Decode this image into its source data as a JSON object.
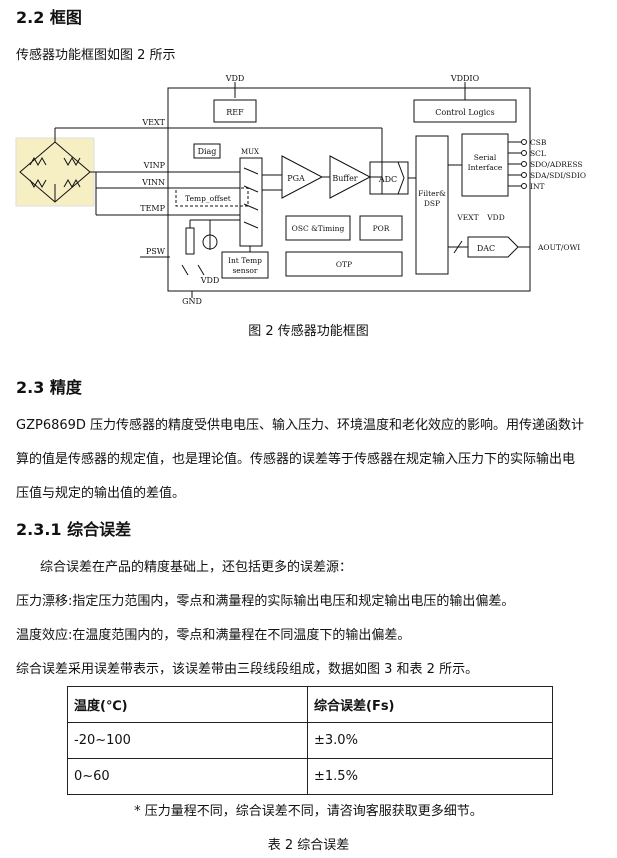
{
  "sections": {
    "s22": "2.2 框图",
    "s23": "2.3 精度",
    "s231": "2.3.1 综合误差"
  },
  "p_block": "传感器功能框图如图 2 所示",
  "fig_caption": "图 2  传感器功能框图",
  "accuracy": {
    "line1": "GZP6869D 压力传感器的精度受供电电压、输入压力、环境温度和老化效应的影响。用传递函数计",
    "line2": "算的值是传感器的规定值，也是理论值。传感器的误差等于传感器在规定输入压力下的实际输出电",
    "line3": "压值与规定的输出值的差值。"
  },
  "total_error": {
    "intro": "综合误差在产品的精度基础上，还包括更多的误差源：",
    "drift": "压力漂移:指定压力范围内，零点和满量程的实际输出电压和规定输出电压的输出偏差。",
    "temp": "温度效应:在温度范围内的，零点和满量程在不同温度下的输出偏差。",
    "band": "综合误差采用误差带表示，该误差带由三段线段组成，数据如图 3 和表 2  所示。"
  },
  "table": {
    "headers": [
      "温度(℃)",
      "综合误差(Fs)"
    ],
    "rows": [
      [
        "-20~100",
        "±3.0%"
      ],
      [
        "0~60",
        "±1.5%"
      ]
    ]
  },
  "table_note": "*  压力量程不同，综合误差不同，请咨询客服获取更多细节。",
  "table_caption": "表 2  综合误差",
  "diagram": {
    "vdd_top": "VDD",
    "vddio": "VDDIO",
    "ref": "REF",
    "control": "Control Logics",
    "vext": "VEXT",
    "vinp": "VINP",
    "vinn": "VINN",
    "temp": "TEMP",
    "psw": "PSW",
    "gnd": "GND",
    "vdd_bottom": "VDD",
    "diag": "Diag",
    "mux": "MUX",
    "temp_offset": "Temp_offset",
    "pga": "PGA",
    "buffer": "Buffer",
    "adc": "ADC",
    "filter1": "Filter&",
    "filter2": "DSP",
    "serial1": "Serial",
    "serial2": "Interface",
    "csb": "CSB",
    "scl": "SCL",
    "sdo": "SDO/ADRESS",
    "sda": "SDA/SDI/SDIO",
    "int": "INT",
    "osc": "OSC &Timing",
    "por": "POR",
    "otp": "OTP",
    "inttemp1": "Int Temp",
    "inttemp2": "sensor",
    "vext2": "VEXT",
    "vdd_dac": "VDD",
    "dac": "DAC",
    "aout": "AOUT/OWI"
  }
}
